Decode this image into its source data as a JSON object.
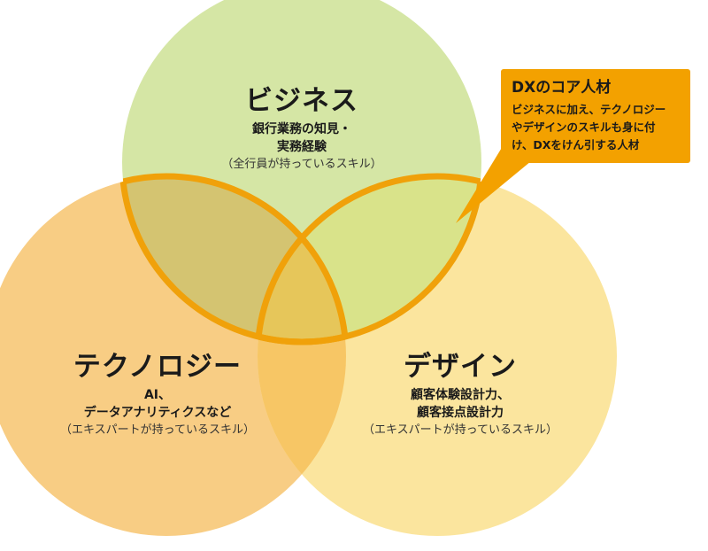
{
  "colors": {
    "business_circle": "#d5e6a5",
    "technology_circle": "#f8cd84",
    "design_circle": "#fbe59e",
    "overlap_business_technology": "#d4c471",
    "overlap_business_design": "#d9e38a",
    "overlap_center": "#e6c65a",
    "overlap_technology_design": "#f7c665",
    "highlight_outline": "#f0a10a",
    "callout_background": "#f3a100"
  },
  "circles": {
    "business": {
      "title": "ビジネス",
      "desc_line1": "銀行業務の知見・",
      "desc_line2": "実務経験",
      "note": "（全行員が持っているスキル）"
    },
    "technology": {
      "title": "テクノロジー",
      "desc_line1": "AI、",
      "desc_line2": "データアナリティクスなど",
      "note": "（エキスパートが持っているスキル）"
    },
    "design": {
      "title": "デザイン",
      "desc_line1": "顧客体験設計力、",
      "desc_line2": "顧客接点設計力",
      "note": "（エキスパートが持っているスキル）"
    }
  },
  "callout": {
    "title": "DXのコア人材",
    "line1": "ビジネスに加え、テクノロジー",
    "line2": "やデザインのスキルも身に付",
    "line3": "け、DXをけん引する人材"
  }
}
